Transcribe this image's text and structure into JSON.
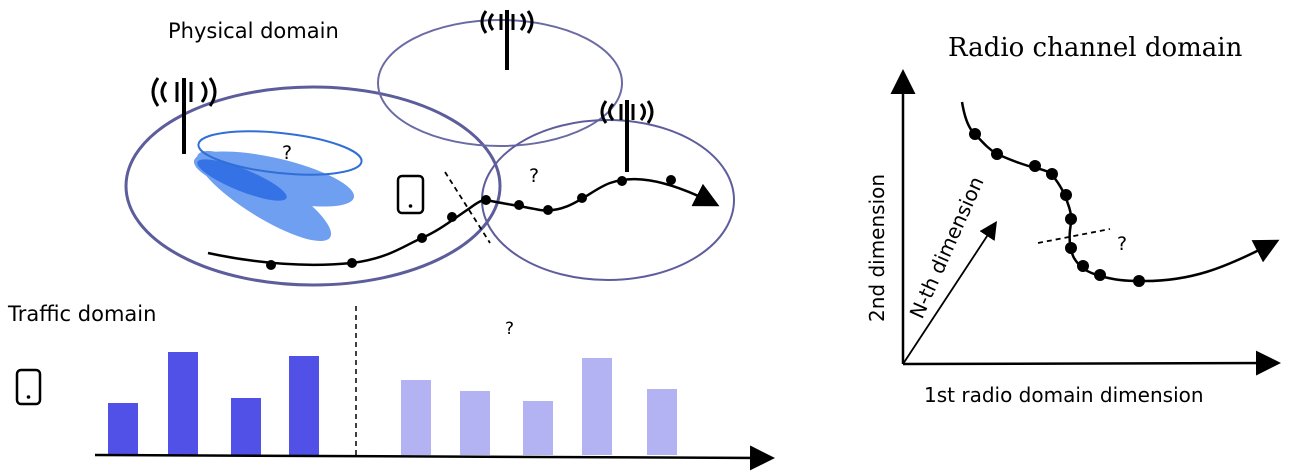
{
  "physical": {
    "title": "Physical domain",
    "question_beam": "?",
    "question_cell": "?"
  },
  "traffic": {
    "title": "Traffic domain",
    "question": "?",
    "past_values": [
      52,
      103,
      57,
      99
    ],
    "future_values": [
      75,
      64,
      54,
      97,
      66
    ],
    "past_color": "#5151e8",
    "future_color": "#b3b3f3"
  },
  "radio": {
    "title": "Radio channel domain",
    "xlabel": "1st radio domain dimension",
    "ylabel": "2nd dimension",
    "nlabel": "N-th dimension",
    "question": "?"
  },
  "colors": {
    "cell_outline": "#5d5d9c",
    "beam_light": "#6f9ff0",
    "beam_dark": "#3472e6",
    "beam_outline": "#2f6fd6",
    "trajectory": "#000000"
  },
  "icons": [
    "antenna-icon",
    "phone-icon"
  ]
}
